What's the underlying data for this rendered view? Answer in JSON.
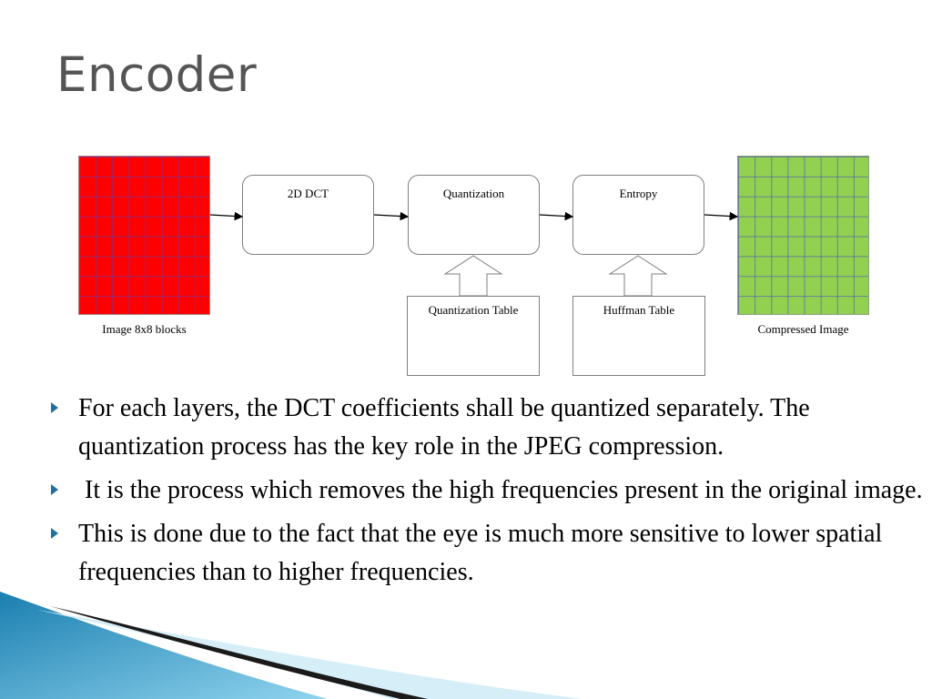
{
  "slide": {
    "title": "Encoder"
  },
  "diagram": {
    "input_caption": "Image 8x8 blocks",
    "output_caption": "Compressed Image",
    "stages": [
      {
        "label": "2D DCT"
      },
      {
        "label": "Quantization"
      },
      {
        "label": "Entropy"
      }
    ],
    "tables": [
      {
        "label": "Quantization Table"
      },
      {
        "label": "Huffman Table"
      }
    ],
    "colors": {
      "input_block": "#ff0000",
      "output_block": "#92d050",
      "grid_lines": "#4646c8"
    }
  },
  "bullets": [
    "For each layers, the DCT coefficients shall be quantized separately. The quantization process has the key role in the JPEG compression.",
    " It is the process which removes the high frequencies present in the original image.",
    "This is done due to the fact that the eye is much more sensitive to lower spatial frequencies than to higher frequencies."
  ],
  "theme": {
    "bullet_color": "#1f6fa0",
    "title_color": "#555555"
  }
}
